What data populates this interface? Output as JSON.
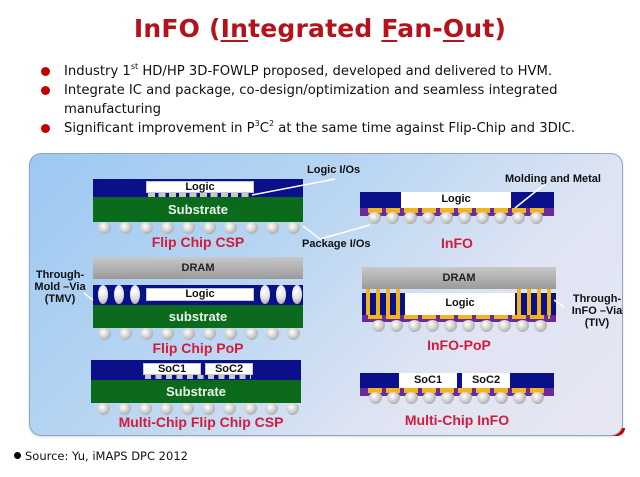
{
  "slide": {
    "title_parts": [
      "InFO (",
      "In",
      "tegrated ",
      "F",
      "an-",
      "O",
      "ut)"
    ],
    "bullets": [
      {
        "pre": "Industry 1",
        "sup": "st",
        "post": " HD/HP 3D-FOWLP proposed, developed and delivered to HVM."
      },
      {
        "pre": "Integrate IC and package, co-design/optimization and seamless integrated manufacturing",
        "sup": "",
        "post": ""
      },
      {
        "pre": "Significant improvement in P",
        "sup": "3",
        "mid": "C",
        "sup2": "2",
        "post": " at the same time against Flip-Chip and 3DIC."
      }
    ],
    "source": "Source: Yu, iMAPS DPC 2012"
  },
  "diagrams": {
    "flip_chip_csp": {
      "caption": "Flip Chip CSP",
      "chip": "Logic",
      "substrate": "Substrate"
    },
    "info": {
      "caption": "InFO",
      "chip": "Logic"
    },
    "flip_chip_pop": {
      "caption": "Flip Chip PoP",
      "top": "DRAM",
      "chip": "Logic",
      "substrate": "substrate"
    },
    "info_pop": {
      "caption": "InFO-PoP",
      "top": "DRAM",
      "chip": "Logic"
    },
    "multi_chip_fc_csp": {
      "caption": "Multi-Chip Flip Chip CSP",
      "chip1": "SoC1",
      "chip2": "SoC2",
      "substrate": "Substrate"
    },
    "multi_chip_info": {
      "caption": "Multi-Chip InFO",
      "chip1": "SoC1",
      "chip2": "SoC2"
    }
  },
  "annotations": {
    "logic_ios": "Logic I/Os",
    "package_ios": "Package I/Os",
    "molding_metal": "Molding and Metal",
    "tmv": [
      "Through-",
      "Mold –Via",
      "(TMV)"
    ],
    "tiv": [
      "Through-",
      "InFO –Via",
      "(TIV)"
    ]
  },
  "colors": {
    "title_red": "#b5121b",
    "caption_red": "#d41b3c",
    "molding_blue": "#0a0f8a",
    "substrate_green": "#0c6a1c",
    "redistribution_purple": "#6a2b9a",
    "metal_gold": "#f2b51c"
  }
}
